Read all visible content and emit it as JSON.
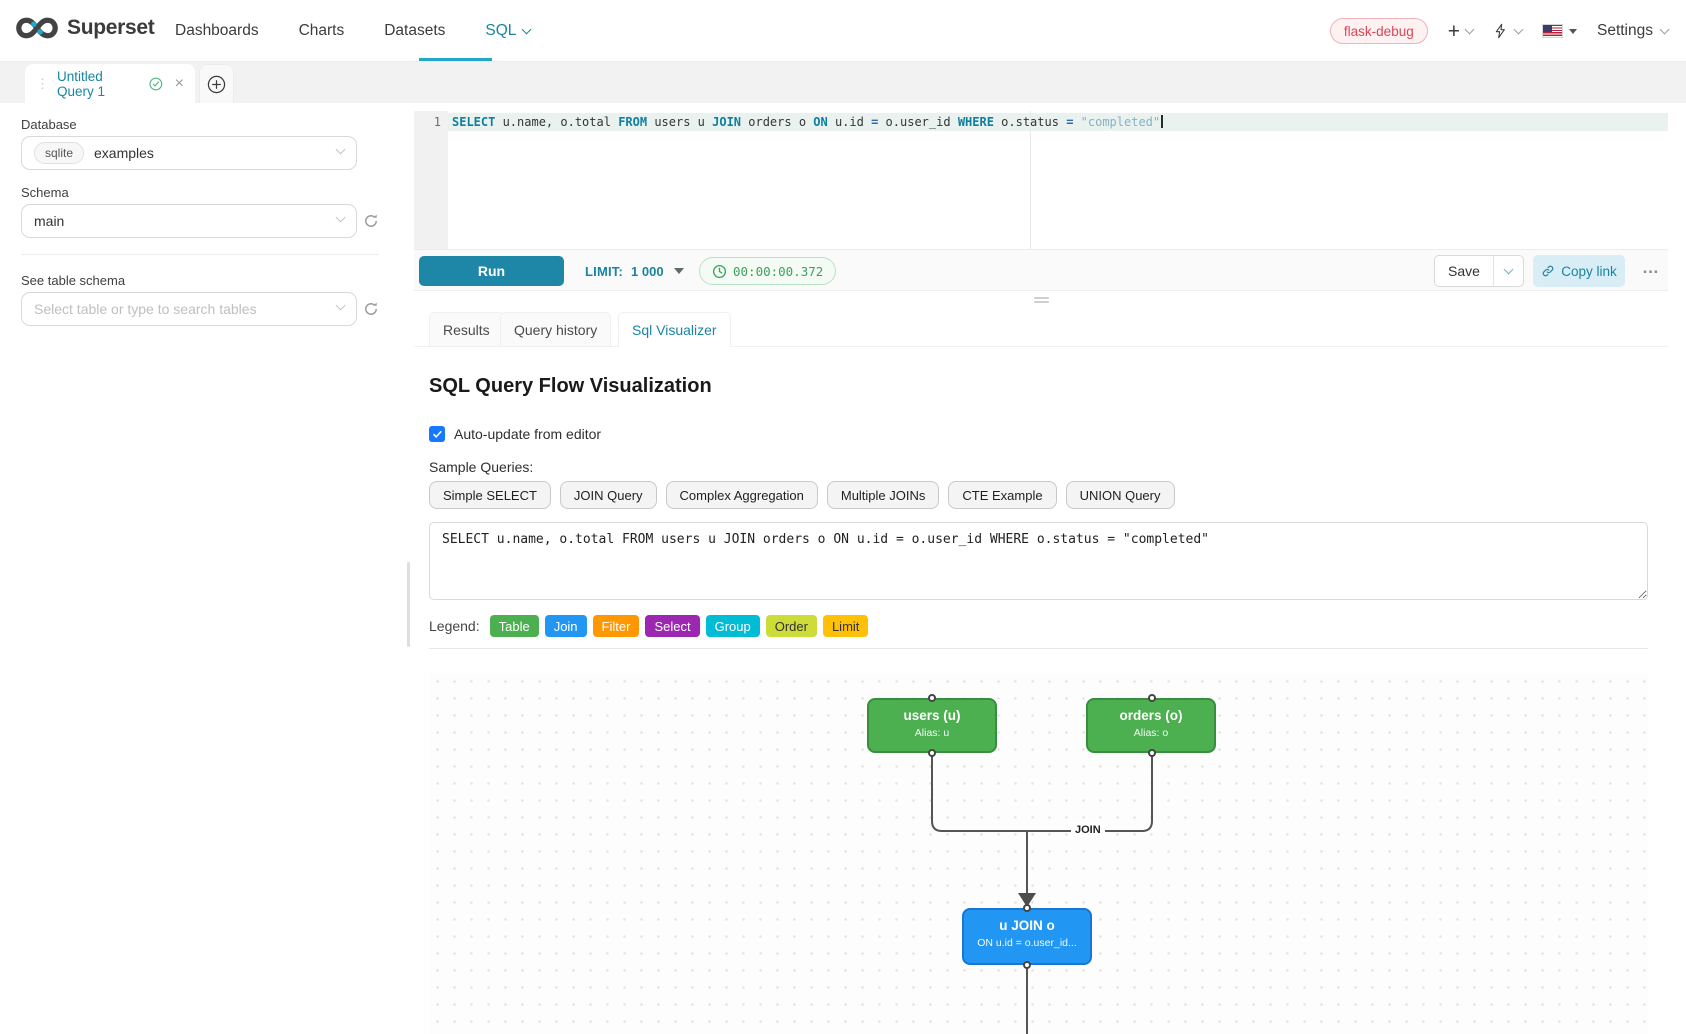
{
  "colors": {
    "brand_teal": "#20a7c9",
    "link_teal": "#1985a0",
    "run_button": "#1e86a7",
    "env_badge_text": "#e04355",
    "timer_green": "#3ea05e",
    "checkbox_blue": "#1677ff"
  },
  "icons": {
    "plus": "+",
    "more": "…",
    "close": "×",
    "drag": "⋮"
  },
  "navbar": {
    "brand": "Superset",
    "items": [
      {
        "label": "Dashboards",
        "active": false
      },
      {
        "label": "Charts",
        "active": false
      },
      {
        "label": "Datasets",
        "active": false
      },
      {
        "label": "SQL",
        "active": true
      }
    ],
    "environment_badge": "flask-debug",
    "settings_label": "Settings"
  },
  "tab_strip": {
    "active_tab_title": "Untitled Query 1"
  },
  "sidebar": {
    "database_label": "Database",
    "database_engine": "sqlite",
    "database_value": "examples",
    "schema_label": "Schema",
    "schema_value": "main",
    "table_label": "See table schema",
    "table_placeholder": "Select table or type to search tables"
  },
  "editor": {
    "line_number": "1",
    "sql": "SELECT u.name, o.total FROM users u JOIN orders o ON u.id = o.user_id WHERE o.status = \"completed\"",
    "tokens": [
      {
        "t": "SELECT",
        "type": "keyword"
      },
      {
        "t": " u.name, o.total ",
        "type": "plain"
      },
      {
        "t": "FROM",
        "type": "keyword"
      },
      {
        "t": " users u ",
        "type": "plain"
      },
      {
        "t": "JOIN",
        "type": "keyword"
      },
      {
        "t": " orders o ",
        "type": "plain"
      },
      {
        "t": "ON",
        "type": "keyword"
      },
      {
        "t": " u.id ",
        "type": "plain"
      },
      {
        "t": "=",
        "type": "operator"
      },
      {
        "t": " o.user_id ",
        "type": "plain"
      },
      {
        "t": "WHERE",
        "type": "keyword"
      },
      {
        "t": " o.status ",
        "type": "plain"
      },
      {
        "t": "=",
        "type": "operator"
      },
      {
        "t": " ",
        "type": "plain"
      },
      {
        "t": "\"completed\"",
        "type": "string"
      }
    ]
  },
  "toolbar": {
    "run_label": "Run",
    "limit_label": "LIMIT:",
    "limit_value": "1 000",
    "timer": "00:00:00.372",
    "save_label": "Save",
    "copy_link_label": "Copy link"
  },
  "result_tabs": [
    {
      "label": "Results",
      "active": false
    },
    {
      "label": "Query history",
      "active": false
    },
    {
      "label": "Sql Visualizer",
      "active": true
    }
  ],
  "visualizer": {
    "title": "SQL Query Flow Visualization",
    "auto_update_label": "Auto-update from editor",
    "auto_update_checked": true,
    "samples_label": "Sample Queries:",
    "sample_buttons": [
      "Simple SELECT",
      "JOIN Query",
      "Complex Aggregation",
      "Multiple JOINs",
      "CTE Example",
      "UNION Query"
    ],
    "sql_text": "SELECT u.name, o.total FROM users u JOIN orders o ON u.id = o.user_id WHERE o.status = \"completed\"",
    "legend_label": "Legend:",
    "legend": [
      {
        "label": "Table",
        "bg": "#4CAF50",
        "fg": "#ffffff"
      },
      {
        "label": "Join",
        "bg": "#2196F3",
        "fg": "#ffffff"
      },
      {
        "label": "Filter",
        "bg": "#FF9800",
        "fg": "#ffffff"
      },
      {
        "label": "Select",
        "bg": "#9C27B0",
        "fg": "#ffffff"
      },
      {
        "label": "Group",
        "bg": "#00BCD4",
        "fg": "#ffffff"
      },
      {
        "label": "Order",
        "bg": "#CDDC39",
        "fg": "#333333"
      },
      {
        "label": "Limit",
        "bg": "#FFC107",
        "fg": "#333333"
      }
    ],
    "flow": {
      "nodes": [
        {
          "id": "users",
          "title": "users (u)",
          "subtitle": "Alias: u",
          "bg": "#4CAF50",
          "border": "#388E3C"
        },
        {
          "id": "orders",
          "title": "orders (o)",
          "subtitle": "Alias: o",
          "bg": "#4CAF50",
          "border": "#388E3C"
        },
        {
          "id": "join",
          "title": "u JOIN o",
          "subtitle": "ON u.id = o.user_id...",
          "bg": "#2196F3",
          "border": "#1976D2"
        }
      ],
      "edge_label": "JOIN"
    }
  }
}
